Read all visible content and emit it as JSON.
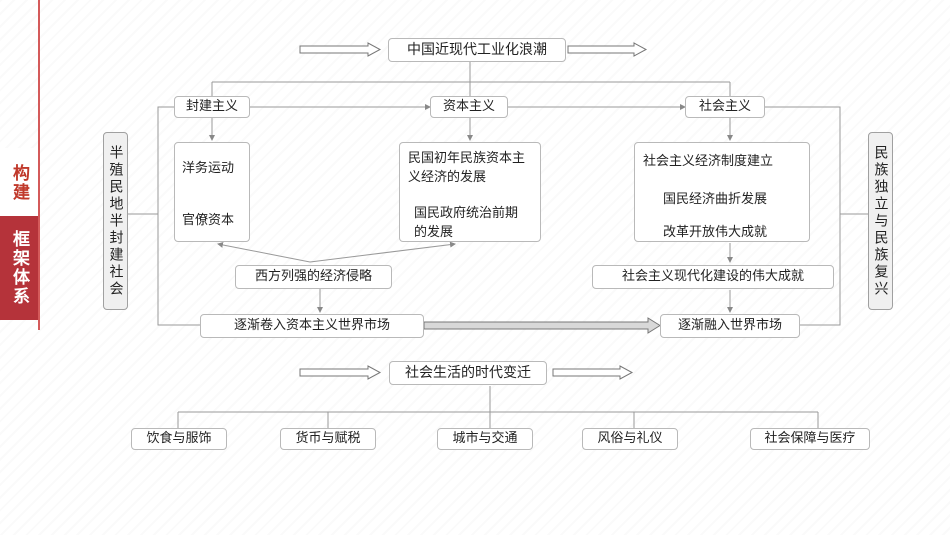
{
  "side_tag": {
    "top": "构建",
    "bottom": "框架体系"
  },
  "section1": {
    "title": "中国近现代工业化浪潮",
    "columns": {
      "feudal": "封建主义",
      "capitalism": "资本主义",
      "socialism": "社会主义"
    },
    "left_side": "半殖民地半封建社会",
    "right_side": "民族独立与民族复兴",
    "feudal_items": [
      "洋务运动",
      "官僚资本"
    ],
    "capitalism_items": [
      "民国初年民族资本主义经济的发展",
      "国民政府统治前期的发展"
    ],
    "socialism_items": [
      "社会主义经济制度建立",
      "国民经济曲折发展",
      "改革开放伟大成就"
    ],
    "western_invasion": "西方列强的经济侵略",
    "socialist_modernization": "社会主义现代化建设的伟大成就",
    "world_market_1": "逐渐卷入资本主义世界市场",
    "world_market_2": "逐渐融入世界市场"
  },
  "section2": {
    "title": "社会生活的时代变迁",
    "items": [
      "饮食与服饰",
      "货币与赋税",
      "城市与交通",
      "风俗与礼仪",
      "社会保障与医疗"
    ]
  }
}
